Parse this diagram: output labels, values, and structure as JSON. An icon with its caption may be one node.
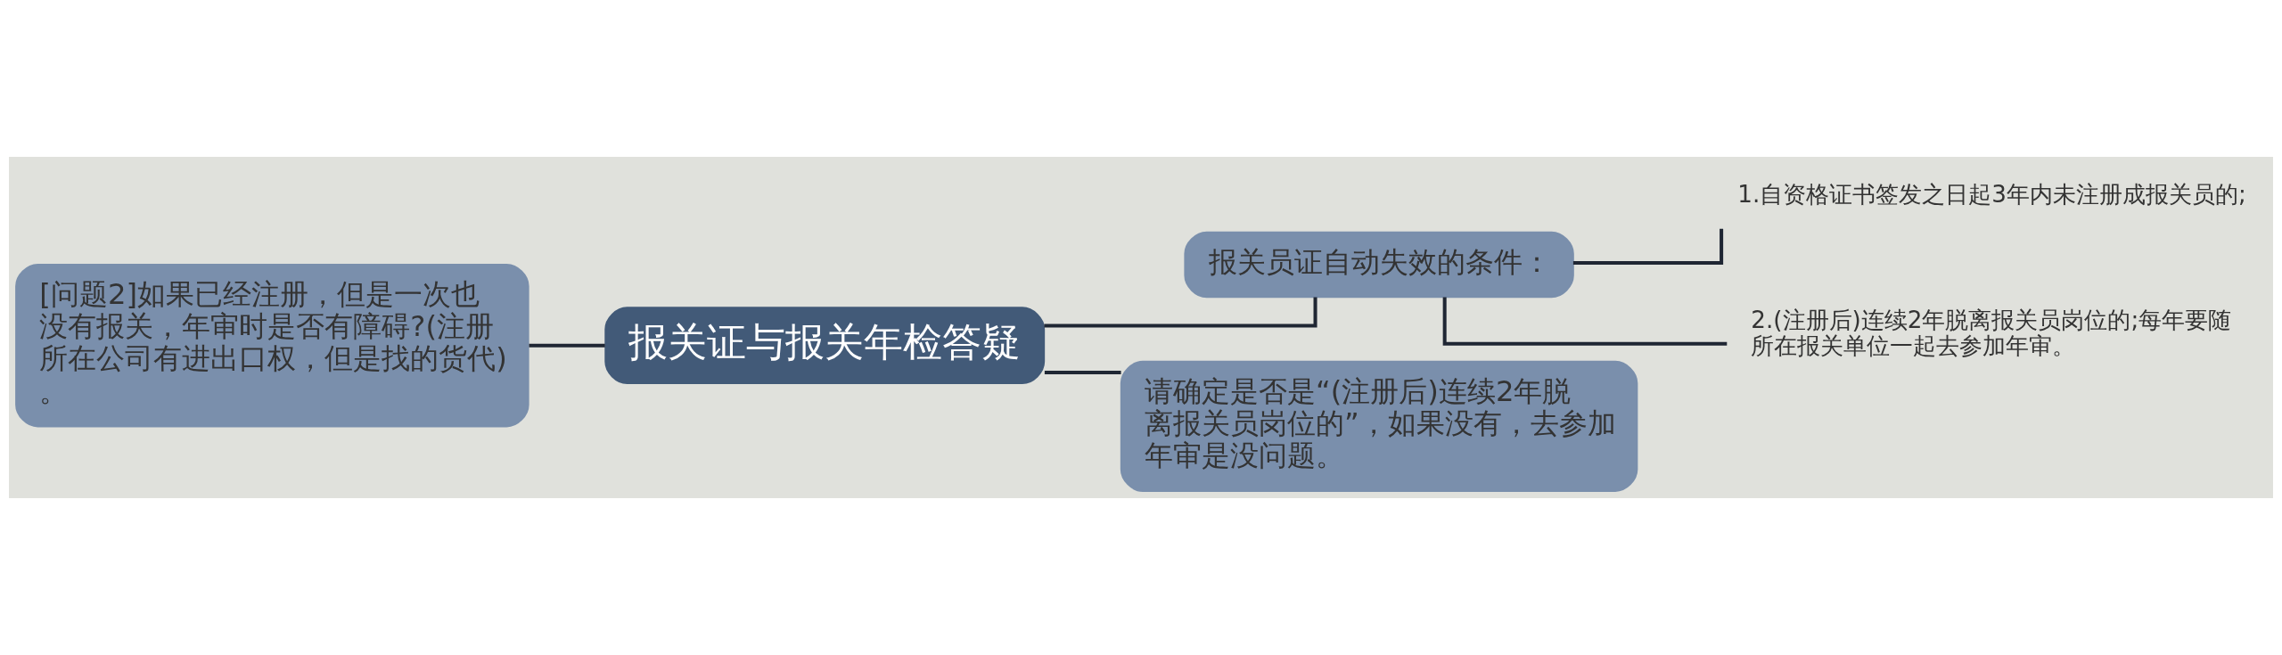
{
  "diagram": {
    "nodes": [
      {
        "text": [
          "报关证与报关年检答疑"
        ]
      },
      {
        "text": [
          "[问题2]如果已经注册，但是一次也没有报关，年审时是否有障碍?(注册所在公司有进出口权，但是找的货代)。"
        ]
      },
      {
        "text": [
          "报关员证自动失效的条件："
        ]
      },
      {
        "text": [
          "1.自资格证书签发之日起3年内未注册成报关员的;"
        ]
      },
      {
        "text": [
          "2.(注册后)连续2年脱离报关员岗位的;每年要随所在报关单位一起去参加年审。"
        ]
      },
      {
        "text": [
          "请确定是否是“(注册后)连续2年脱离报关员岗位的”，如果没有，去参加年审是没问题。"
        ]
      }
    ],
    "edges": [
      {
        "from": 0,
        "to": 1,
        "arrow": "none"
      },
      {
        "from": 0,
        "to": 2,
        "arrow": "none"
      },
      {
        "from": 2,
        "to": 3,
        "arrow": "none"
      },
      {
        "from": 2,
        "to": 4,
        "arrow": "none"
      },
      {
        "from": 0,
        "to": 5,
        "arrow": "none"
      }
    ]
  }
}
